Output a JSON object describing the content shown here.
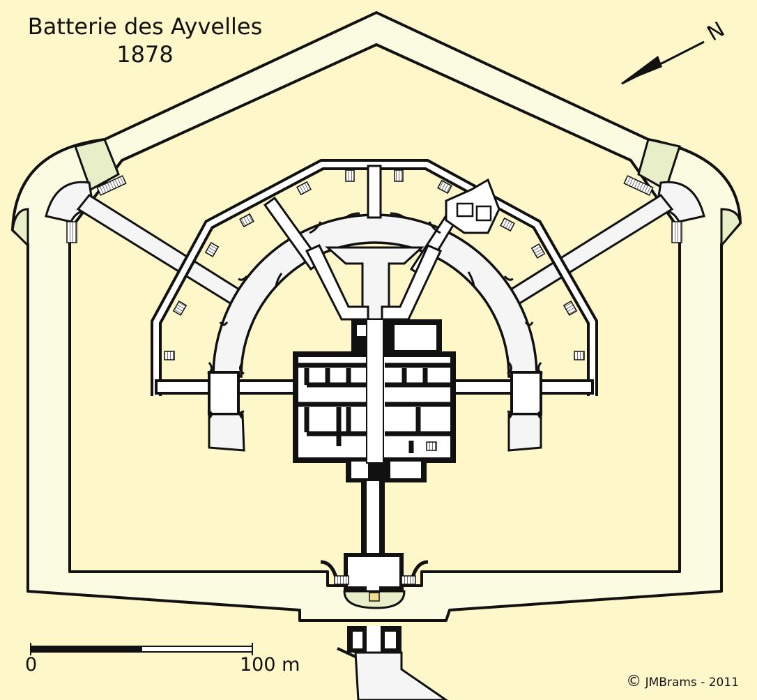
{
  "title": "Batterie des Ayvelles",
  "year": "1878",
  "north_label": "N",
  "scale": {
    "start_label": "0",
    "end_label": "100 m"
  },
  "credit": {
    "symbol": "©",
    "text": "JMBrams  -  2011"
  },
  "colors": {
    "background": "#fdf7c9",
    "rampart": "#fbfbe2",
    "passage": "#f5f5f5",
    "wall": "#111111",
    "caponier_fill": "#e8eec8",
    "gate_highlight": "#f0dd90"
  }
}
